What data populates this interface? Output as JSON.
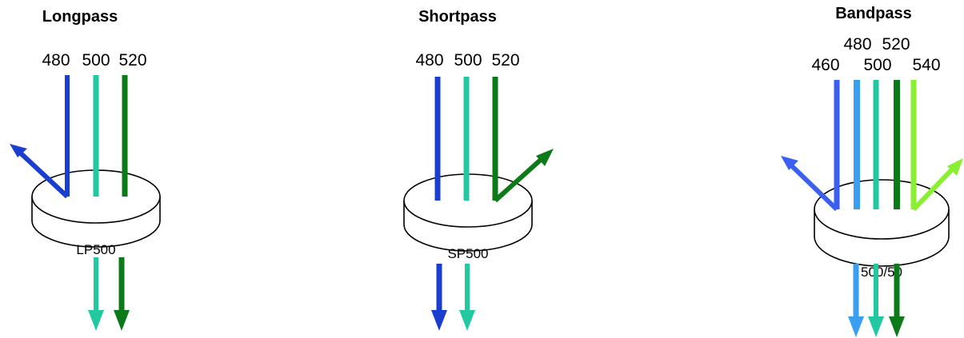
{
  "colors": {
    "c460": "#3b5ff0",
    "c480_lp": "#1a3fd0",
    "c480_bp": "#3a9ff0",
    "c500": "#22c9a0",
    "c520": "#0d7a1a",
    "c540": "#88f030",
    "outline": "#000000"
  },
  "panels": {
    "longpass": {
      "title": "Longpass",
      "filter_label": "LP500",
      "wl": [
        "480",
        "500",
        "520"
      ]
    },
    "shortpass": {
      "title": "Shortpass",
      "filter_label": "SP500",
      "wl": [
        "480",
        "500",
        "520"
      ]
    },
    "bandpass": {
      "title": "Bandpass",
      "filter_label": "500/50",
      "wl": [
        "460",
        "480",
        "500",
        "520",
        "540"
      ]
    }
  }
}
